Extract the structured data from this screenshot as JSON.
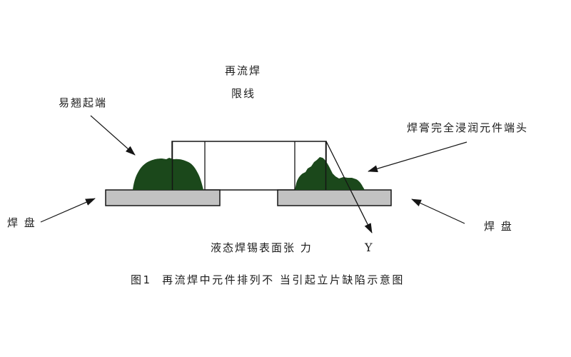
{
  "figure": {
    "title_line1": "再流焊",
    "title_line2": "限线",
    "label_lift_end": "易翘起端",
    "label_paste_wet": "焊膏完全浸润元件端头",
    "label_pad_left": "焊 盘",
    "label_pad_right": "焊 盘",
    "label_surface_tension": "液态焊锡表面张 力",
    "label_y_force": "Y",
    "caption": "图1  再流焊中元件排列不 当引起立片缺陷示意图"
  },
  "colors": {
    "solder_green": "#1b481b",
    "pad_gray": "#c2c2c2",
    "line": "#151515",
    "body_fill": "#ffffff",
    "background": "#ffffff"
  }
}
